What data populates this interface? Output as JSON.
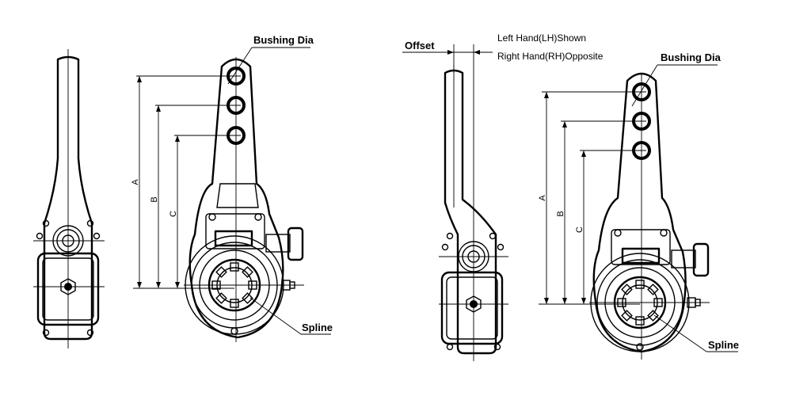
{
  "labels": {
    "bushing_dia_left": "Bushing Dia",
    "bushing_dia_right": "Bushing Dia",
    "spline_left": "Spline",
    "spline_right": "Spline",
    "offset": "Offset",
    "left_hand": "Left Hand(LH)Shown",
    "right_hand": "Right Hand(RH)Opposite"
  },
  "dimensions": {
    "left_A": "A",
    "left_B": "B",
    "left_C": "C",
    "right_A": "A",
    "right_B": "B",
    "right_C": "C"
  }
}
